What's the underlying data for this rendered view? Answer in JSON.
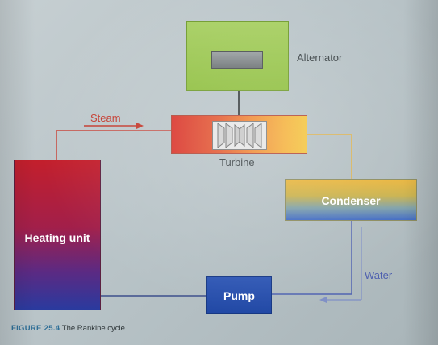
{
  "diagram": {
    "alternator": {
      "label": "Alternator"
    },
    "turbine": {
      "label": "Turbine"
    },
    "condenser": {
      "label": "Condenser"
    },
    "heating_unit": {
      "label": "Heating unit"
    },
    "pump": {
      "label": "Pump"
    },
    "flows": {
      "steam": "Steam",
      "water": "Water"
    }
  },
  "caption": {
    "figure": "FIGURE 25.4",
    "text": "The Rankine cycle."
  },
  "colors": {
    "steam": "#c43a2e",
    "water": "#4c5eae",
    "alternator": "#9bc84f",
    "pump": "#2a50ad"
  }
}
